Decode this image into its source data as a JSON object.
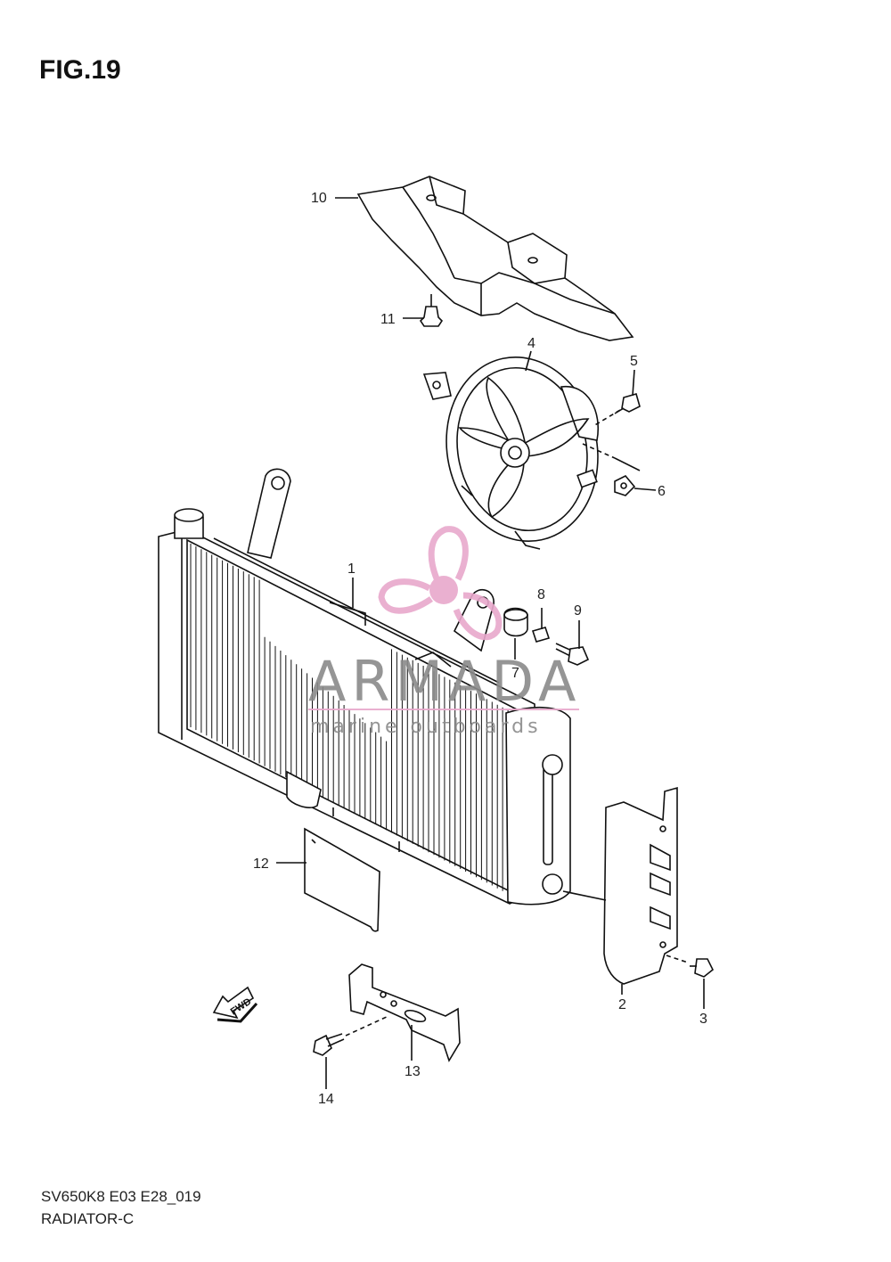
{
  "figure": {
    "title": "FIG.19"
  },
  "footer": {
    "code": "SV650K8 E03 E28_019",
    "name": "RADIATOR-C"
  },
  "watermark": {
    "brand": "ARMADA",
    "tagline": "marine outboards",
    "logo_color": "#e8a8cc"
  },
  "direction_arrow": {
    "label": "FWD"
  },
  "callouts": [
    "1",
    "2",
    "3",
    "4",
    "5",
    "6",
    "7",
    "8",
    "9",
    "10",
    "11",
    "12",
    "13",
    "14"
  ]
}
